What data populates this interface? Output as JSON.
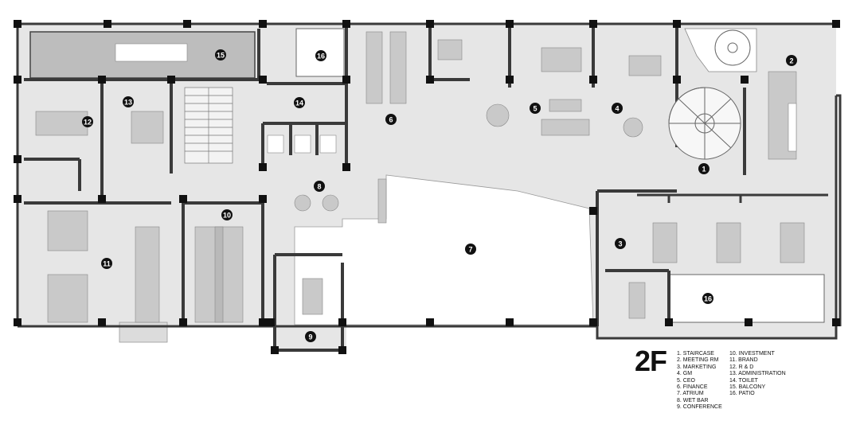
{
  "plan": {
    "floor_label": "2F",
    "room_numbers": [
      "1",
      "2",
      "3",
      "4",
      "5",
      "6",
      "7",
      "8",
      "9",
      "10",
      "11",
      "12",
      "13",
      "14",
      "15",
      "16",
      "16"
    ]
  },
  "legend": {
    "col1": [
      "1. STAIRCASE",
      "2. MEETING RM",
      "3. MARKETING",
      "4. GM",
      "5. CEO",
      "6. FINANCE",
      "7. ATRIUM",
      "8. WET BAR",
      "9. CONFERENCE"
    ],
    "col2": [
      "10. INVESTMENT",
      "11. BRAND",
      "12. R & D",
      "13. ADMINISTRATION",
      "14. TOILET",
      "15. BALCONY",
      "16. PATIO"
    ]
  },
  "colors": {
    "wall": "#3a3a3a",
    "column": "#111111",
    "floor": "#e6e6e6",
    "room_fill": "#efefef",
    "furniture": "#c9c9c9",
    "atrium": "#ffffff",
    "balcony": "#bdbdbd"
  }
}
